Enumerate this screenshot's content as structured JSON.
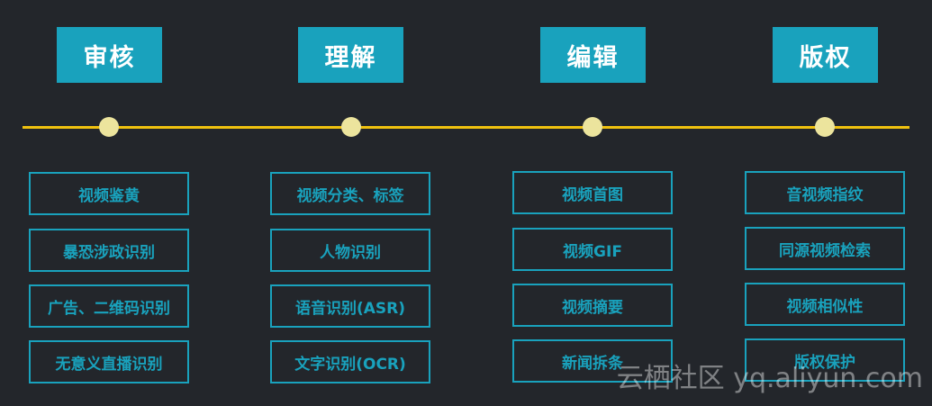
{
  "columns": [
    {
      "title": "审核",
      "items": [
        "视频鉴黄",
        "暴恐涉政识别",
        "广告、二维码识别",
        "无意义直播识别"
      ]
    },
    {
      "title": "理解",
      "items": [
        "视频分类、标签",
        "人物识别",
        "语音识别(ASR)",
        "文字识别(OCR)"
      ]
    },
    {
      "title": "编辑",
      "items": [
        "视频首图",
        "视频GIF",
        "视频摘要",
        "新闻拆条"
      ]
    },
    {
      "title": "版权",
      "items": [
        "音视频指纹",
        "同源视频检索",
        "视频相似性",
        "版权保护"
      ]
    }
  ],
  "watermark": "云栖社区 yq.aliyun.com",
  "colors": {
    "background": "#23262b",
    "accent": "#19a2bd",
    "timeline": "#f0c20f",
    "dot": "#ece49d"
  }
}
